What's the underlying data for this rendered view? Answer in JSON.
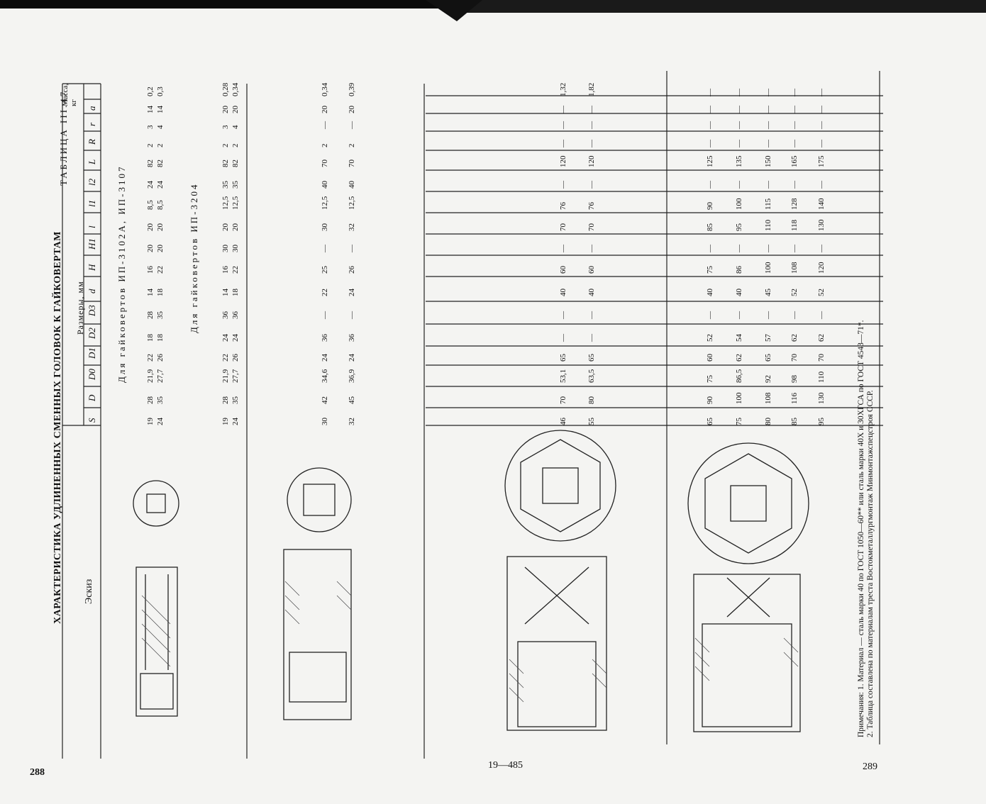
{
  "page": {
    "title": "ХАРАКТЕРИСТИКА УДЛИНЕННЫХ СМЕННЫХ ГОЛОВОК К ГАЙКОВЕРТАМ",
    "table_number": "ТАБЛИЦА III.47",
    "left_page_number": "288",
    "signature_mark": "19—485",
    "right_page_number": "289"
  },
  "table": {
    "sketch_header": "Эскиз",
    "dims_header": "Размеры, мм",
    "mass_header": "Масса, кг",
    "columns": [
      "S",
      "D",
      "D0",
      "D1",
      "D2",
      "D3",
      "d",
      "H",
      "H1",
      "l",
      "l1",
      "l2",
      "L",
      "R",
      "r",
      "a"
    ],
    "group_1_title": "Для гайковертов ИП-3102А, ИП-3107",
    "group_2_title": "Для гайковертов ИП-3204",
    "groups": [
      {
        "rows": [
          [
            "19",
            "28",
            "21,9",
            "22",
            "18",
            "28",
            "14",
            "16",
            "20",
            "20",
            "8,5",
            "24",
            "82",
            "2",
            "3",
            "14",
            "0,2"
          ],
          [
            "24",
            "35",
            "27,7",
            "26",
            "18",
            "35",
            "18",
            "22",
            "20",
            "20",
            "8,5",
            "24",
            "82",
            "2",
            "4",
            "14",
            "0,3"
          ]
        ]
      },
      {
        "rows": [
          [
            "19",
            "28",
            "21,9",
            "22",
            "24",
            "36",
            "14",
            "16",
            "30",
            "20",
            "12,5",
            "35",
            "82",
            "2",
            "3",
            "20",
            "0,28"
          ],
          [
            "24",
            "35",
            "27,7",
            "26",
            "24",
            "36",
            "18",
            "22",
            "30",
            "20",
            "12,5",
            "35",
            "82",
            "2",
            "4",
            "20",
            "0,34"
          ]
        ]
      },
      {
        "rows": [
          [
            "30",
            "42",
            "34,6",
            "24",
            "36",
            "—",
            "22",
            "25",
            "—",
            "30",
            "12,5",
            "40",
            "70",
            "2",
            "—",
            "20",
            "0,34"
          ],
          [
            "32",
            "45",
            "36,9",
            "24",
            "36",
            "—",
            "24",
            "26",
            "—",
            "32",
            "12,5",
            "40",
            "70",
            "2",
            "—",
            "20",
            "0,39"
          ]
        ]
      },
      {
        "rows": [
          [
            "46",
            "70",
            "53,1",
            "65",
            "—",
            "—",
            "40",
            "60",
            "—",
            "70",
            "76",
            "—",
            "120",
            "—",
            "—",
            "—",
            "1,32"
          ],
          [
            "55",
            "80",
            "63,5",
            "65",
            "—",
            "—",
            "40",
            "60",
            "—",
            "70",
            "76",
            "—",
            "120",
            "—",
            "—",
            "—",
            "1,82"
          ]
        ]
      },
      {
        "rows": [
          [
            "65",
            "90",
            "75",
            "60",
            "52",
            "—",
            "40",
            "75",
            "—",
            "85",
            "90",
            "—",
            "125",
            "—",
            "—",
            "—",
            "—"
          ],
          [
            "75",
            "100",
            "86,5",
            "62",
            "54",
            "—",
            "40",
            "86",
            "—",
            "95",
            "100",
            "—",
            "135",
            "—",
            "—",
            "—",
            "—"
          ],
          [
            "80",
            "108",
            "92",
            "65",
            "57",
            "—",
            "45",
            "100",
            "—",
            "110",
            "115",
            "—",
            "150",
            "—",
            "—",
            "—",
            "—"
          ],
          [
            "85",
            "116",
            "98",
            "70",
            "62",
            "—",
            "52",
            "108",
            "—",
            "118",
            "128",
            "—",
            "165",
            "—",
            "—",
            "—",
            "—"
          ],
          [
            "95",
            "130",
            "110",
            "70",
            "62",
            "—",
            "52",
            "120",
            "—",
            "130",
            "140",
            "—",
            "175",
            "—",
            "—",
            "—",
            "—"
          ]
        ]
      }
    ]
  },
  "notes": {
    "line1": "Примечания: 1. Материал — сталь марки 40 по ГОСТ 1050—60** или сталь марки 40Х и 30ХГСА по ГОСТ 4543—71*.",
    "line2": "2. Таблица составлена по материалам треста Востокметаллургмонтаж Минмонтажспецстроя СССР."
  }
}
